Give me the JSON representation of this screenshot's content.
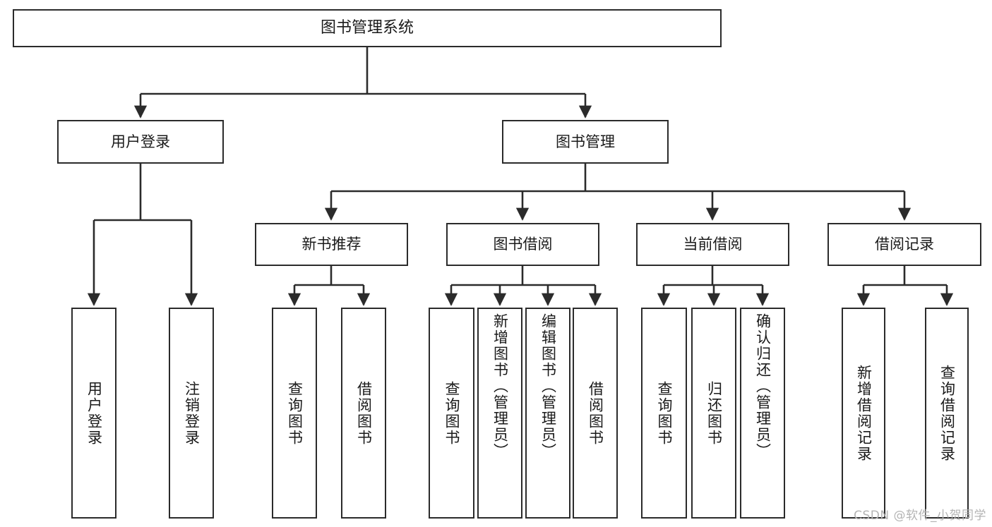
{
  "diagram": {
    "title": "图书管理系统",
    "type": "tree-hierarchy",
    "colors": {
      "stroke": "#2b2b2b",
      "fill": "#ffffff",
      "text": "#1a1a1a",
      "watermark": "#b4b4b4"
    }
  },
  "watermark": "CSDN @软件_小贺同学",
  "nodes": {
    "root": {
      "label": "图书管理系统"
    },
    "level2": [
      {
        "id": "user-login",
        "label": "用户登录"
      },
      {
        "id": "book-manage",
        "label": "图书管理"
      }
    ],
    "level3": [
      {
        "id": "new-book-rec",
        "label": "新书推荐"
      },
      {
        "id": "book-borrow",
        "label": "图书借阅"
      },
      {
        "id": "current-borrow",
        "label": "当前借阅"
      },
      {
        "id": "borrow-record",
        "label": "借阅记录"
      }
    ],
    "leaves": {
      "user_login": [
        {
          "id": "leaf-user-login",
          "label": "用户登录"
        },
        {
          "id": "leaf-logout",
          "label": "注销登录"
        }
      ],
      "new_book_rec": [
        {
          "id": "leaf-query-book-1",
          "label": "查询图书"
        },
        {
          "id": "leaf-borrow-book-1",
          "label": "借阅图书"
        }
      ],
      "book_borrow": [
        {
          "id": "leaf-query-book-2",
          "label": "查询图书"
        },
        {
          "id": "leaf-add-book",
          "label": "新增图书（管理员）"
        },
        {
          "id": "leaf-edit-book",
          "label": "编辑图书（管理员）"
        },
        {
          "id": "leaf-borrow-book-2",
          "label": "借阅图书"
        }
      ],
      "current_borrow": [
        {
          "id": "leaf-query-book-3",
          "label": "查询图书"
        },
        {
          "id": "leaf-return-book",
          "label": "归还图书"
        },
        {
          "id": "leaf-confirm-return",
          "label": "确认归还（管理员）"
        }
      ],
      "borrow_record": [
        {
          "id": "leaf-add-record",
          "label": "新增借阅记录"
        },
        {
          "id": "leaf-query-record",
          "label": "查询借阅记录"
        }
      ]
    }
  },
  "edges": [
    {
      "from": "图书管理系统",
      "to": "用户登录"
    },
    {
      "from": "图书管理系统",
      "to": "图书管理"
    },
    {
      "from": "用户登录",
      "to": "用户登录"
    },
    {
      "from": "用户登录",
      "to": "注销登录"
    },
    {
      "from": "图书管理",
      "to": "新书推荐"
    },
    {
      "from": "图书管理",
      "to": "图书借阅"
    },
    {
      "from": "图书管理",
      "to": "当前借阅"
    },
    {
      "from": "图书管理",
      "to": "借阅记录"
    },
    {
      "from": "新书推荐",
      "to": "查询图书"
    },
    {
      "from": "新书推荐",
      "to": "借阅图书"
    },
    {
      "from": "图书借阅",
      "to": "查询图书"
    },
    {
      "from": "图书借阅",
      "to": "新增图书（管理员）"
    },
    {
      "from": "图书借阅",
      "to": "编辑图书（管理员）"
    },
    {
      "from": "图书借阅",
      "to": "借阅图书"
    },
    {
      "from": "当前借阅",
      "to": "查询图书"
    },
    {
      "from": "当前借阅",
      "to": "归还图书"
    },
    {
      "from": "当前借阅",
      "to": "确认归还（管理员）"
    },
    {
      "from": "借阅记录",
      "to": "新增借阅记录"
    },
    {
      "from": "借阅记录",
      "to": "查询借阅记录"
    }
  ]
}
